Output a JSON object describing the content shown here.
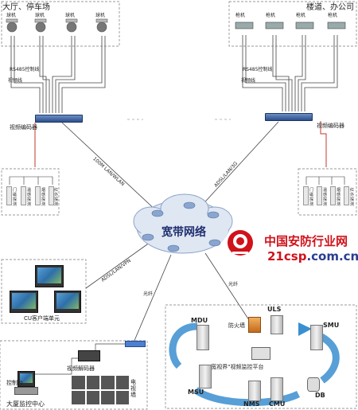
{
  "regions": {
    "hall": "大厅、停车场",
    "building": "楼道、办公司",
    "monitor_center": "大厦监控中心",
    "platform": "\"宽视界\"视频监控平台"
  },
  "camera_label": "球机",
  "gun_label": "枪机",
  "rs485": "RS485控制线",
  "video_line": "视频线",
  "encoder": "视频编码器",
  "sensors": [
    "门磁探测",
    "温感探测",
    "烟感探测",
    "红外探测"
  ],
  "links": {
    "left_link": "100M LAN/WLAN",
    "right_link": "ADSL/LAN/3G",
    "client_link": "ADSL/LAN/VPN",
    "fiber1": "光纤",
    "fiber2": "光纤"
  },
  "cloud": "宽带网络",
  "client": "CU客户端单元",
  "center": {
    "decoder": "视频解码器",
    "console": "控制台",
    "tv_wall": "电视墙"
  },
  "platform_nodes": {
    "mdu": "MDU",
    "uls": "ULS",
    "smu": "SMU",
    "firewall": "防火墙",
    "msu": "MSU",
    "nms": "NMS",
    "cmu": "CMU",
    "db": "DB"
  },
  "logo": {
    "cn": "中国安防行业网",
    "url_a": "21csp",
    "url_b": ".com.cn"
  },
  "colors": {
    "accent_red": "#d0121b",
    "brand_blue": "#2a3d8f"
  }
}
